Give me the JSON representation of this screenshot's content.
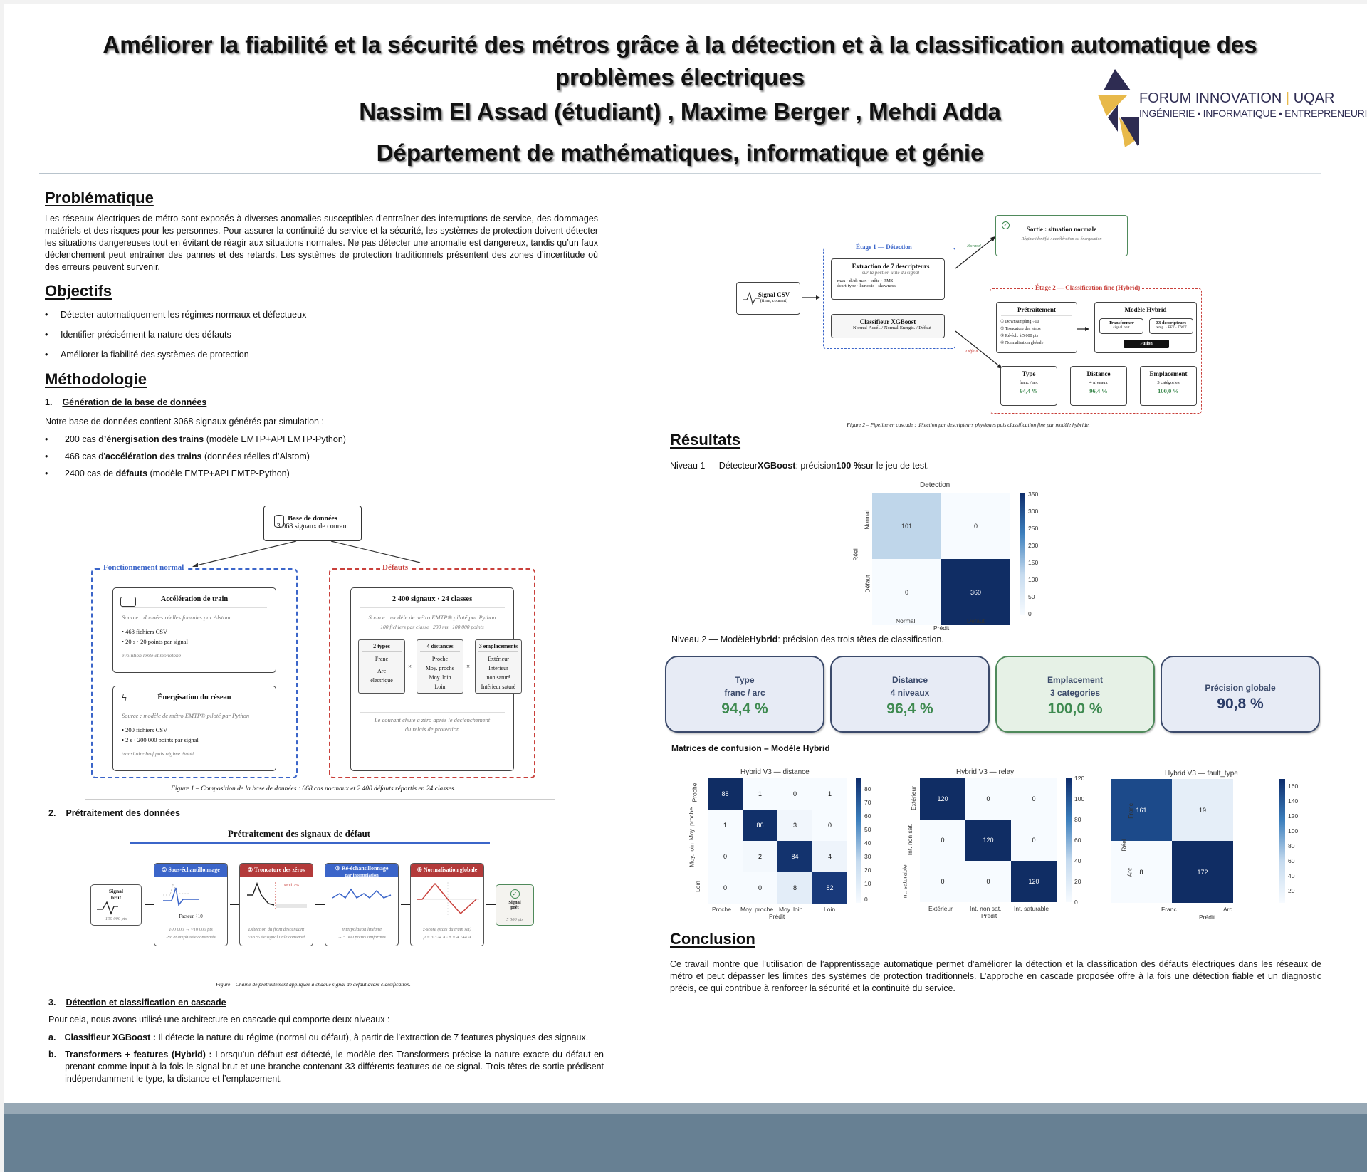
{
  "header": {
    "title": "Améliorer la fiabilité et la sécurité des métros grâce à la détection et à la classification automatique des problèmes électriques",
    "authors": "Nassim El Assad (étudiant) , Maxime Berger , Mehdi Adda",
    "department": "Département de mathématiques, informatique et génie",
    "logo": {
      "line1_a": "FORUM INNOVATION",
      "line1_sep": " | ",
      "line1_b": "UQAR",
      "line2": "INGÉNIERIE • INFORMATIQUE • ENTREPRENEURIAT",
      "colors": {
        "navy": "#2e2c52",
        "gold": "#e8b94a"
      }
    }
  },
  "problematique": {
    "heading": "Problématique",
    "text": "Les réseaux électriques de métro sont exposés à diverses anomalies susceptibles d’entraîner des interruptions de service, des dommages matériels et des risques pour les personnes. Pour assurer la continuité du service et la sécurité, les systèmes de protection doivent détecter les situations dangereuses tout en évitant de réagir aux situations normales. Ne pas détecter une anomalie est dangereux, tandis qu’un faux déclenchement peut entraîner des pannes et des retards. Les systèmes de protection traditionnels présentent des zones d’incertitude où des erreurs peuvent survenir."
  },
  "objectifs": {
    "heading": "Objectifs",
    "items": [
      "Détecter automatiquement les régimes normaux et défectueux",
      "Identifier précisément la nature des défauts",
      "Améliorer la fiabilité des systèmes de protection"
    ]
  },
  "methodologie": {
    "heading": "Méthodologie",
    "s1": {
      "num": "1.",
      "title": "Génération de la base de données",
      "intro": "Notre base de données contient 3068 signaux générés par simulation :",
      "items": [
        {
          "pre": "200 cas ",
          "bold": "d’énergisation des trains",
          "post": " (modèle EMTP+API EMTP-Python)"
        },
        {
          "pre": "468 cas d’",
          "bold": "accélération des trains",
          "post": " (données réelles d’Alstom)"
        },
        {
          "pre": "2400 cas de ",
          "bold": "défauts",
          "post": " (modèle EMTP+API EMTP-Python)"
        }
      ]
    },
    "fig1": {
      "db_title": "Base de données",
      "db_sub": "3 068 signaux de courant",
      "normal_title": "Fonctionnement normal",
      "defaut_title": "Défauts",
      "accel": {
        "title": "Accélération de train",
        "source": "Source : données réelles fournies par Alstom",
        "li1": "• 468 fichiers CSV",
        "li2": "• 20 s · 20 points par signal",
        "note": "évolution lente et monotone"
      },
      "energ": {
        "title": "Énergisation du réseau",
        "source": "Source : modèle de métro EMTP® piloté par Python",
        "li1": "• 200 fichiers CSV",
        "li2": "• 2 s · 200 000 points par signal",
        "note": "transitoire bref puis régime établi"
      },
      "defauts": {
        "title": "2 400 signaux · 24 classes",
        "source": "Source : modèle de métro EMTP® piloté par Python",
        "sub": "100 fichiers par classe · 200 ms · 100 000 points",
        "types": {
          "title": "2 types",
          "values": [
            "Franc",
            "Arc",
            "électrique"
          ]
        },
        "distances": {
          "title": "4 distances",
          "values": [
            "Proche",
            "Moy. proche",
            "Moy. loin",
            "Loin"
          ]
        },
        "emplacements": {
          "title": "3 emplacements",
          "values": [
            "Extérieur",
            "Intérieur",
            "non saturé",
            "Intérieur saturé"
          ]
        },
        "times": "×",
        "note1": "Le courant chute à zéro après le déclenchement",
        "note2": "du relais de protection"
      },
      "caption": "Figure 1 – Composition de la base de données : 668 cas normaux et 2 400 défauts répartis en 24 classes."
    },
    "s2": {
      "num": "2.",
      "title": "Prétraitement des données",
      "fig_title": "Prétraitement des signaux de défaut",
      "input": {
        "title1": "Signal",
        "title2": "brut",
        "sub": "100 000 pts"
      },
      "steps": [
        {
          "title": "① Sous-échantillonnage",
          "sub": "",
          "label": "Facteur ÷10",
          "f1": "100 000 → ~10 000 pts",
          "f2": "Pic et amplitude conservés",
          "color": "#3b65c9"
        },
        {
          "title": "② Troncature des zéros",
          "sub": "",
          "label": "seuil 2%",
          "f1": "Détection du front descendant",
          "f2": "~38 % de signal utile conservé",
          "color": "#b33a3a"
        },
        {
          "title": "③ Ré-échantillonnage",
          "sub": "par interpolation",
          "label": "",
          "f1": "Interpolation linéaire",
          "f2": "→ 5 000 points uniformes",
          "color": "#3b65c9"
        },
        {
          "title": "④ Normalisation globale",
          "sub": "",
          "label": "",
          "f1": "z-score (stats du train set)",
          "f2": "μ = 3 324 A · σ = 4 144 A",
          "color": "#b33a3a"
        }
      ],
      "output": {
        "title1": "Signal",
        "title2": "prêt",
        "sub": "5 000 pts"
      },
      "caption": "Figure – Chaîne de prétraitement appliquée à chaque signal de défaut avant classification."
    },
    "s3": {
      "num": "3.",
      "title": "Détection et classification en cascade",
      "intro": "Pour cela, nous avons utilisé une architecture en cascade qui comporte deux niveaux :",
      "a": {
        "letter": "a.",
        "bold": "Classifieur XGBoost :",
        "text": " Il détecte la nature du régime (normal ou défaut), à partir de l’extraction de 7 features physiques des signaux."
      },
      "b": {
        "letter": "b.",
        "bold": "Transformers + features (Hybrid) :",
        "text": " Lorsqu’un défaut est détecté, le modèle des Transformers précise la nature exacte du défaut en prenant comme input à la fois le signal brut et une branche contenant 33 différents features de ce signal. Trois têtes de sortie prédisent indépendamment le type, la distance et l’emplacement."
      }
    }
  },
  "fig2": {
    "signal": {
      "title": "Signal CSV",
      "sub": "(time, courant)"
    },
    "stage1": {
      "title": "Étage 1 — Détection",
      "extract_title": "Extraction de 7 descripteurs",
      "extract_sub": "sur la portion utile du signal",
      "extract_l1": "max · di/dt max · crête · RMS",
      "extract_l2": "écart-type · kurtosis · skewness",
      "xgb_title": "Classifieur XGBoost",
      "xgb_sub": "Normal-Accél. / Normal-Énergis. / Défaut"
    },
    "normal_label": "Normal",
    "defaut_label": "Défaut",
    "out_normal": {
      "title": "Sortie : situation normale",
      "sub": "Régime identifié : accélération ou énergisation"
    },
    "stage2": {
      "title": "Étage 2 — Classification fine (Hybrid)",
      "pre_title": "Prétraitement",
      "pre_items": [
        "① Downsampling ÷10",
        "② Troncature des zéros",
        "③ Ré-éch. à 5 000 pts",
        "④ Normalisation globale"
      ],
      "model_title": "Modèle Hybrid",
      "transformer": {
        "title": "Transformer",
        "sub": "signal brut"
      },
      "desc": {
        "title": "33 descripteurs",
        "sub": "temp. · FFT · DWT"
      },
      "fusion": "Fusion",
      "heads": [
        {
          "title": "Type",
          "sub": "franc / arc",
          "val": "94,4 %"
        },
        {
          "title": "Distance",
          "sub": "4 niveaux",
          "val": "96,4 %"
        },
        {
          "title": "Emplacement",
          "sub": "3 catégories",
          "val": "100,0 %"
        }
      ]
    },
    "caption": "Figure 2 – Pipeline en cascade : détection par descripteurs physiques puis classification fine par modèle hybride."
  },
  "resultats": {
    "heading": "Résultats",
    "niveau1": {
      "pre": "Niveau 1 — Détecteur ",
      "bold1": "XGBoost",
      "mid": " : précision ",
      "bold2": "100 %",
      "post": " sur le jeu de test."
    },
    "niveau2": {
      "pre": "Niveau 2 — Modèle ",
      "bold": "Hybrid",
      "post": " : précision des trois têtes de classification."
    },
    "metrics": [
      {
        "l1": "Type",
        "l2": "franc / arc",
        "val": "94,4 %",
        "bg": "#e7ebf5",
        "border": "#3b4a6b",
        "valcolor": "#3e8a50"
      },
      {
        "l1": "Distance",
        "l2": "4 niveaux",
        "val": "96,4 %",
        "bg": "#e7ebf5",
        "border": "#3b4a6b",
        "valcolor": "#3e8a50"
      },
      {
        "l1": "Emplacement",
        "l2": "3 categories",
        "val": "100,0 %",
        "bg": "#e6f1e6",
        "border": "#4f8a5b",
        "valcolor": "#3e8a50"
      },
      {
        "l1": "Précision globale",
        "l2": "",
        "val": "90,8 %",
        "bg": "#e7ebf5",
        "border": "#3b4a6b",
        "valcolor": "#2a3b66"
      }
    ],
    "matrices_title": "Matrices de confusion – Modèle Hybrid"
  },
  "chart_data": [
    {
      "type": "heatmap",
      "title": "Detection",
      "xlabel": "Prédit",
      "ylabel": "Réel",
      "x": [
        "Normal",
        "Défaut"
      ],
      "y": [
        "Normal",
        "Défaut"
      ],
      "values": [
        [
          101,
          0
        ],
        [
          0,
          360
        ]
      ],
      "colorbar_ticks": [
        0,
        50,
        100,
        150,
        200,
        250,
        300,
        350
      ]
    },
    {
      "type": "heatmap",
      "title": "Hybrid V3 — distance",
      "xlabel": "Prédit",
      "ylabel": "Réel",
      "x": [
        "Proche",
        "Moy. proche",
        "Moy. loin",
        "Loin"
      ],
      "y": [
        "Proche",
        "Moy. proche",
        "Moy. loin",
        "Loin"
      ],
      "values": [
        [
          88,
          1,
          0,
          1
        ],
        [
          1,
          86,
          3,
          0
        ],
        [
          0,
          2,
          84,
          4
        ],
        [
          0,
          0,
          8,
          82
        ]
      ],
      "colorbar_ticks": [
        0,
        10,
        20,
        30,
        40,
        50,
        60,
        70,
        80
      ]
    },
    {
      "type": "heatmap",
      "title": "Hybrid V3 — relay",
      "xlabel": "Prédit",
      "ylabel": "Réel",
      "x": [
        "Extérieur",
        "Int. non sat.",
        "Int. saturable"
      ],
      "y": [
        "Extérieur",
        "Int. non sat.",
        "Int. saturable"
      ],
      "values": [
        [
          120,
          0,
          0
        ],
        [
          0,
          120,
          0
        ],
        [
          0,
          0,
          120
        ]
      ],
      "colorbar_ticks": [
        0,
        20,
        40,
        60,
        80,
        100,
        120
      ]
    },
    {
      "type": "heatmap",
      "title": "Hybrid V3 — fault_type",
      "xlabel": "Prédit",
      "ylabel": "Réel",
      "x": [
        "Franc",
        "Arc"
      ],
      "y": [
        "Franc",
        "Arc"
      ],
      "values": [
        [
          161,
          19
        ],
        [
          8,
          172
        ]
      ],
      "colorbar_ticks": [
        20,
        40,
        60,
        80,
        100,
        120,
        140,
        160
      ]
    }
  ],
  "conclusion": {
    "heading": "Conclusion",
    "text": "Ce travail montre que l’utilisation de l’apprentissage automatique permet d’améliorer la détection et la classification des défauts électriques dans les réseaux de métro et peut dépasser les limites des systèmes de protection traditionnels. L’approche en cascade proposée offre à la fois une détection fiable et un diagnostic précis, ce qui contribue à renforcer la sécurité et la continuité du service."
  },
  "colors": {
    "blue": "#3b65c9",
    "red": "#c9403b",
    "green": "#3e8a50",
    "footer_light": "#97a8b5",
    "footer_dark": "#678093",
    "heat_dark": "#0d2c6b"
  }
}
